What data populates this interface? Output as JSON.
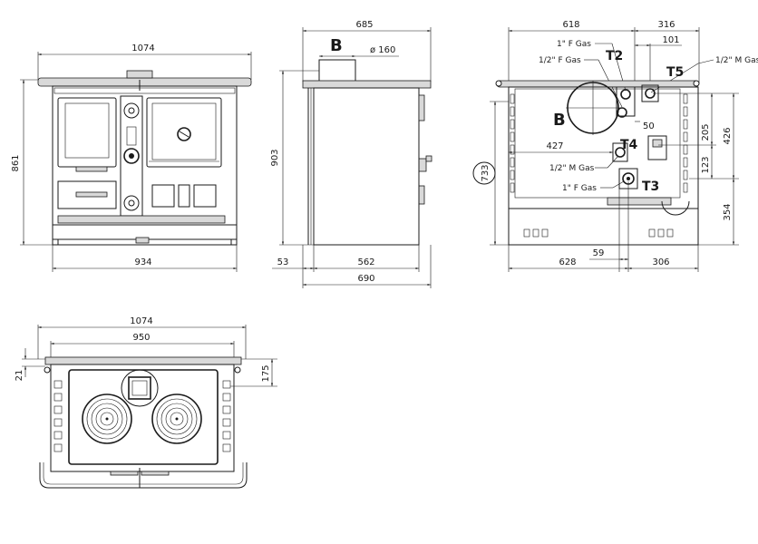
{
  "front_view": {
    "width_top": "1074",
    "height": "861",
    "width_base": "934"
  },
  "side_view": {
    "depth_top": "685",
    "flue_label": "B",
    "flue_diameter": "ø 160",
    "height": "903",
    "base_offset": "53",
    "base_depth": "562",
    "total_depth": "690"
  },
  "rear_view": {
    "width_left": "618",
    "width_right": "316",
    "offset_101": "101",
    "t2_gas_1": "1\" F Gas",
    "t2_gas_half": "1/2\" F Gas",
    "t2_label": "T2",
    "t5_label": "T5",
    "t5_gas": "1/2\" M Gas",
    "flue_label": "B",
    "dim_50": "50",
    "dim_205": "205",
    "dim_426": "426",
    "dim_427": "427",
    "t4_label": "T4",
    "t4_gas": "1/2\" M Gas",
    "dim_123": "123",
    "dim_733": "733",
    "t3_gas": "1\" F Gas",
    "t3_label": "T3",
    "dim_354": "354",
    "dim_59": "59",
    "dim_628": "628",
    "dim_306": "306"
  },
  "top_view": {
    "width_total": "1074",
    "width_inner": "950",
    "dim_21": "21",
    "dim_175": "175"
  }
}
